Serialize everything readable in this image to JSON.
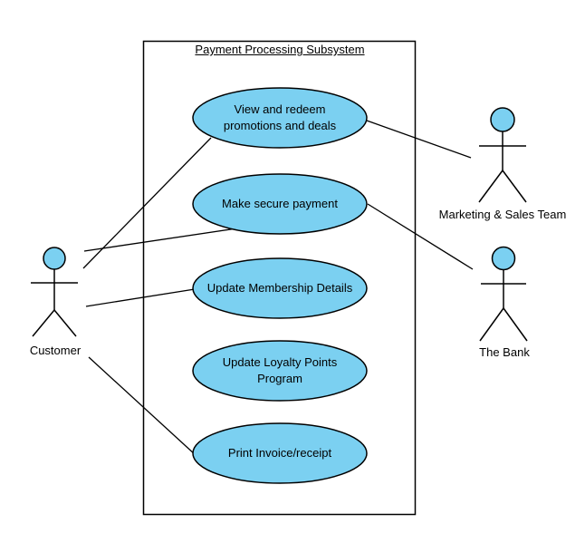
{
  "diagram": {
    "type": "uml-use-case-diagram",
    "title": "Payment Processing Subsystem",
    "colors": {
      "node_fill": "#7BD0F1",
      "stroke": "#000000",
      "background": "#FFFFFF"
    },
    "usecases": [
      {
        "id": "view-redeem-promotions",
        "lines": [
          "View and redeem",
          "promotions and deals"
        ]
      },
      {
        "id": "make-secure-payment",
        "lines": [
          "Make secure payment"
        ]
      },
      {
        "id": "update-membership-details",
        "lines": [
          "Update Membership Details"
        ]
      },
      {
        "id": "update-loyalty-points",
        "lines": [
          "Update Loyalty Points",
          "Program"
        ]
      },
      {
        "id": "print-invoice-receipt",
        "lines": [
          "Print Invoice/receipt"
        ]
      }
    ],
    "actors": [
      {
        "id": "customer",
        "label": "Customer"
      },
      {
        "id": "marketing-sales-team",
        "label": "Marketing & Sales Team"
      },
      {
        "id": "the-bank",
        "label": "The Bank"
      }
    ],
    "associations": [
      {
        "from": "Customer",
        "to": "View and redeem promotions and deals"
      },
      {
        "from": "Customer",
        "to": "Make secure payment"
      },
      {
        "from": "Customer",
        "to": "Update Membership Details"
      },
      {
        "from": "Customer",
        "to": "Print Invoice/receipt"
      },
      {
        "from": "Marketing & Sales Team",
        "to": "View and redeem promotions and deals"
      },
      {
        "from": "The Bank",
        "to": "Make secure payment"
      }
    ]
  }
}
